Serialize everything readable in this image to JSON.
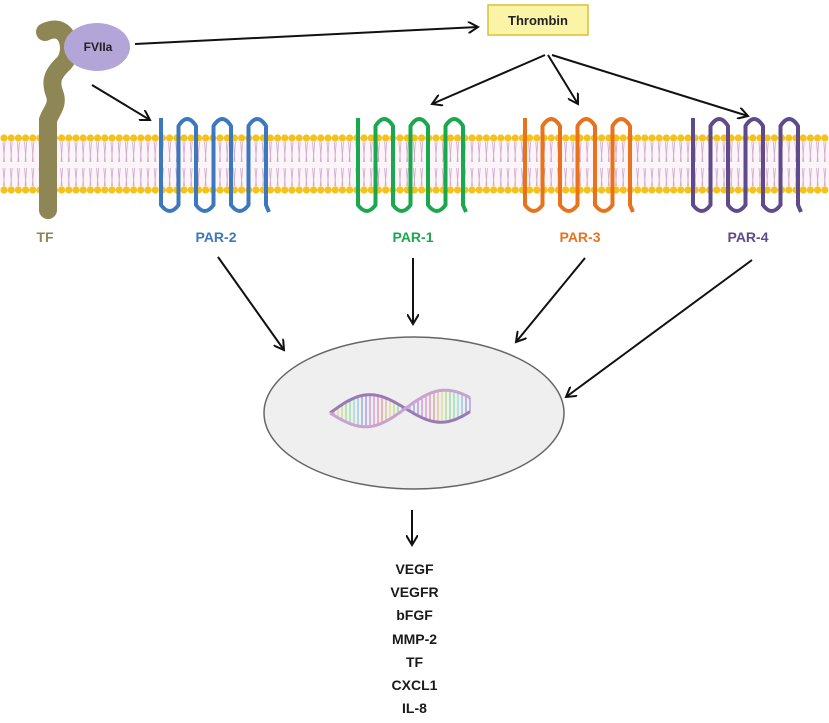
{
  "ligand": "FVIIa",
  "protease": "Thrombin",
  "tf_label": "TF",
  "receptors": [
    {
      "id": "par2",
      "label": "PAR-2",
      "color": "#3c78be"
    },
    {
      "id": "par1",
      "label": "PAR-1",
      "color": "#1aa84e"
    },
    {
      "id": "par3",
      "label": "PAR-3",
      "color": "#e8731c"
    },
    {
      "id": "par4",
      "label": "PAR-4",
      "color": "#5f4a8b"
    }
  ],
  "colors": {
    "tf": "#8e8654",
    "fviia": "#b3a5d8",
    "thrombin_fill": "#fbf3a6",
    "thrombin_border": "#d8c23a",
    "membrane_head": "#f5c21b",
    "membrane_tail": "#cfa8c8"
  },
  "outputs": [
    "VEGF",
    "VEGFR",
    "bFGF",
    "MMP-2",
    "TF",
    "CXCL1",
    "IL-8"
  ]
}
